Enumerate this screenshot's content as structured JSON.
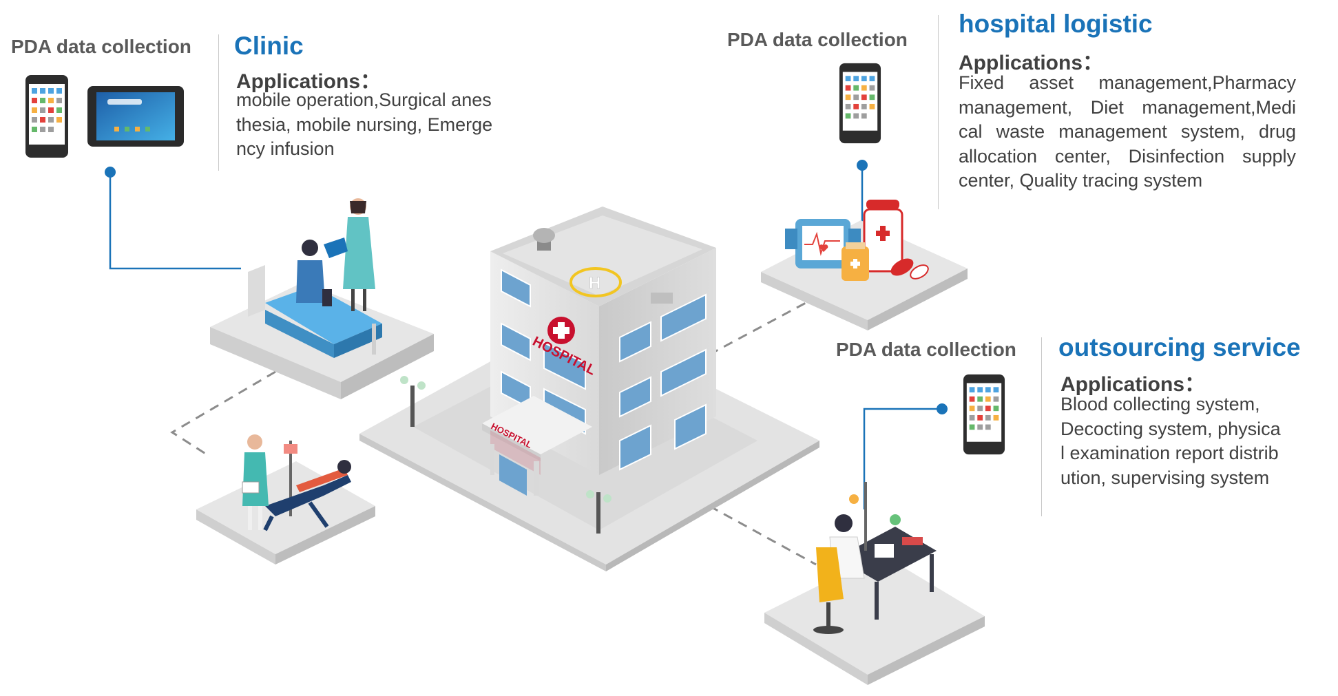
{
  "colors": {
    "title_blue": "#1a73b8",
    "connector_blue": "#1a73b8",
    "text_gray": "#404040",
    "label_gray": "#595959",
    "platform_gray": "#e6e6e6",
    "hospital_red": "#c8102e"
  },
  "clinic": {
    "pda_label": "PDA data collection",
    "title": "Clinic",
    "apps_title": "Applications：",
    "apps_lines": [
      "mobile operation,Surgical anes",
      "thesia, mobile nursing, Emerge",
      "ncy infusion"
    ]
  },
  "logistic": {
    "pda_label": "PDA data collection",
    "title": "hospital logistic",
    "apps_title": "Applications：",
    "apps_lines": [
      "Fixed asset management,Pharmacy",
      "management, Diet management,Medi",
      "cal waste management system, drug",
      "allocation center, Disinfection supply",
      "center, Quality tracing system"
    ]
  },
  "outsourcing": {
    "pda_label": "PDA data collection",
    "title": "outsourcing service",
    "apps_title": "Applications：",
    "apps_lines": [
      "Blood collecting system,",
      "Decocting system, physica",
      "l examination report distrib",
      "ution, supervising system"
    ]
  },
  "building": {
    "sign_main": "HOSPITAL",
    "sign_entrance": "HOSPITAL",
    "helipad": "H"
  },
  "icons": [
    "phone-pda-icon",
    "tablet-pda-icon",
    "hospital-building-icon",
    "patient-bed-icon",
    "infusion-chair-icon",
    "medicine-bottles-icon",
    "lab-worker-icon"
  ]
}
